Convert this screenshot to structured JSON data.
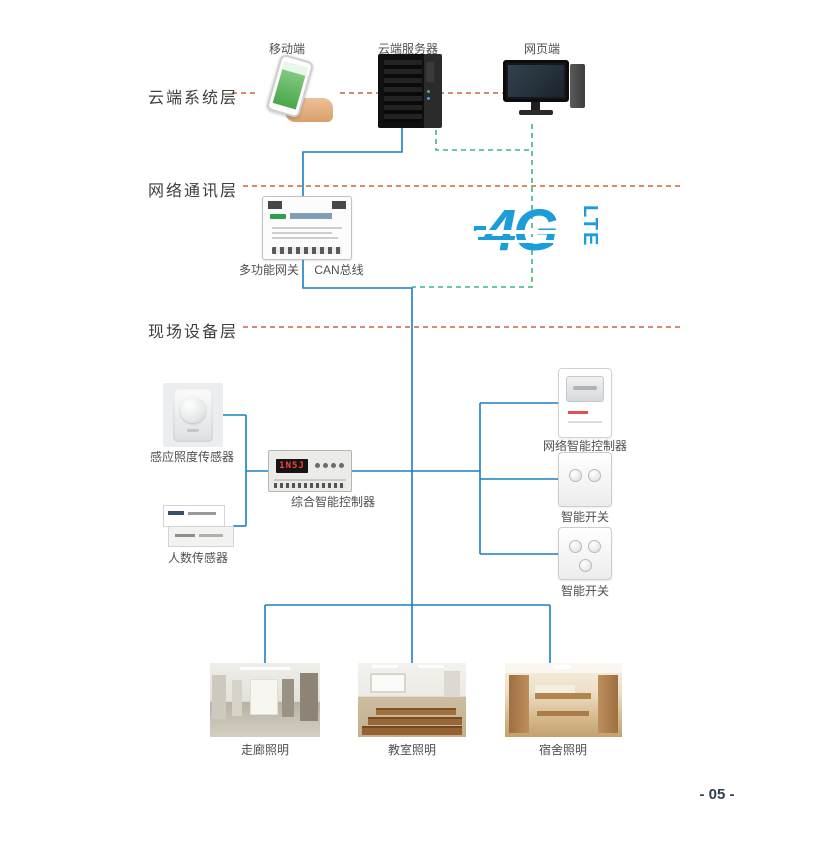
{
  "page": {
    "number": "- 05 -"
  },
  "colors": {
    "wire_blue": "#1b7fc4",
    "divider_orange": "#c8673a",
    "wireless_green": "#3cb878",
    "logo_blue": "#1b9dd9",
    "label_text": "#3f3f3f",
    "caption_text": "#4f4f4f"
  },
  "layers": [
    {
      "id": "cloud",
      "label": "云端系统层"
    },
    {
      "id": "network",
      "label": "网络通讯层"
    },
    {
      "id": "field",
      "label": "现场设备层"
    }
  ],
  "cloud_layer": {
    "mobile_label": "移动端",
    "server_label": "云端服务器",
    "web_label": "网页端"
  },
  "network_layer": {
    "gateway_label": "多功能网关",
    "bus_label": "CAN总线",
    "logo_4g": "4G",
    "logo_lte": "LTE"
  },
  "field_layer": {
    "lux_sensor_label": "感应照度传感器",
    "people_sensor_label": "人数传感器",
    "controller_label": "综合智能控制器",
    "controller_display": "1N5J",
    "net_controller_label": "网络智能控制器",
    "switch1_label": "智能开关",
    "switch2_label": "智能开关",
    "corridor_label": "走廊照明",
    "classroom_label": "教室照明",
    "dorm_label": "宿舍照明"
  },
  "diagram": {
    "connections": [
      {
        "from": "移动端",
        "to": "云端服务器",
        "style": "dashed-orange"
      },
      {
        "from": "云端服务器",
        "to": "网页端",
        "style": "dashed-orange"
      },
      {
        "from": "云端服务器",
        "to": "多功能网关",
        "style": "solid-blue"
      },
      {
        "from": "网页端",
        "to": "4G LTE",
        "style": "dashed-green"
      },
      {
        "from": "多功能网关",
        "to": "CAN总线",
        "style": "solid-blue"
      },
      {
        "from": "感应照度传感器",
        "to": "综合智能控制器",
        "style": "solid-blue"
      },
      {
        "from": "人数传感器",
        "to": "综合智能控制器",
        "style": "solid-blue"
      },
      {
        "from": "CAN总线",
        "to": "综合智能控制器",
        "style": "solid-blue"
      },
      {
        "from": "CAN总线",
        "to": "网络智能控制器",
        "style": "solid-blue"
      },
      {
        "from": "CAN总线",
        "to": "智能开关",
        "style": "solid-blue"
      },
      {
        "from": "CAN总线",
        "to": "走廊照明",
        "style": "solid-blue"
      },
      {
        "from": "CAN总线",
        "to": "教室照明",
        "style": "solid-blue"
      },
      {
        "from": "CAN总线",
        "to": "宿舍照明",
        "style": "solid-blue"
      }
    ]
  }
}
